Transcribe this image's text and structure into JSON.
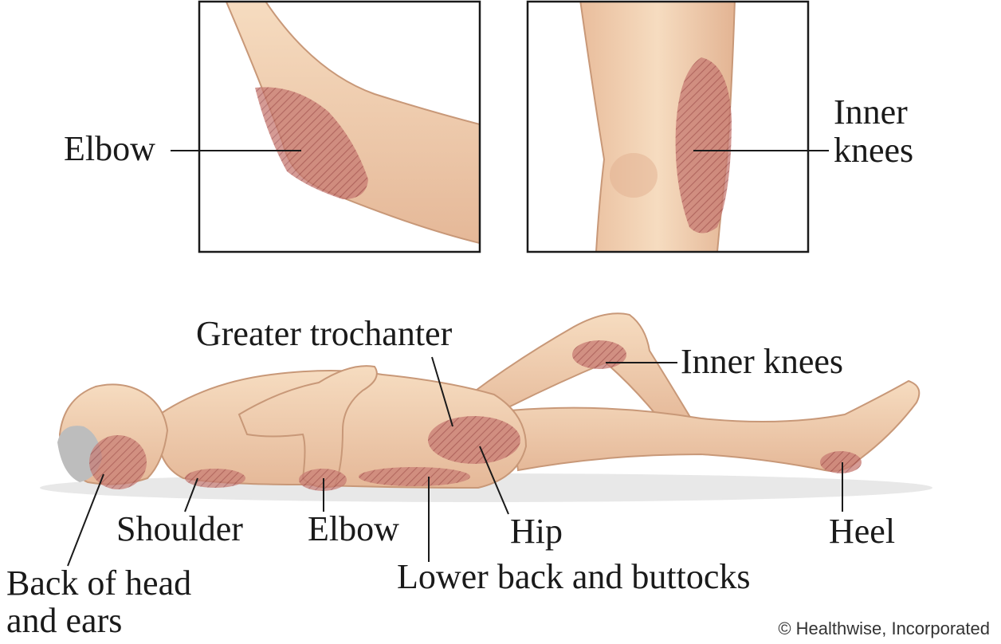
{
  "labels": {
    "elbow_inset": "Elbow",
    "inner_knees_inset_line1": "Inner",
    "inner_knees_inset_line2": "knees",
    "greater_trochanter": "Greater trochanter",
    "inner_knees": "Inner knees",
    "shoulder": "Shoulder",
    "elbow": "Elbow",
    "hip": "Hip",
    "heel": "Heel",
    "back_of_head_line1": "Back of head",
    "back_of_head_line2": "and ears",
    "lower_back": "Lower back and buttocks"
  },
  "credit": "© Healthwise, Incorporated",
  "colors": {
    "skin": "#f2cfae",
    "skin_shadow": "#dba98a",
    "pressure_area": "#b85a5a",
    "hair": "#b9b9b9",
    "frame": "#1a1a1a"
  }
}
